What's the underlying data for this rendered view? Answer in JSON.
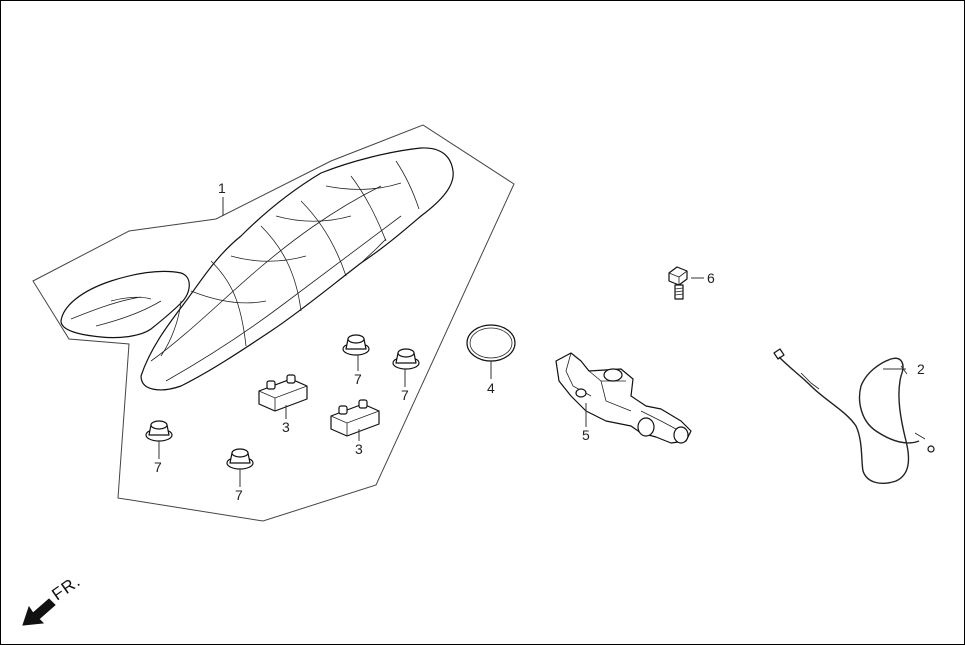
{
  "direction_label": "FR.",
  "callouts": [
    {
      "id": "c1",
      "number": "1"
    },
    {
      "id": "c2",
      "number": "2"
    },
    {
      "id": "c3a",
      "number": "3"
    },
    {
      "id": "c3b",
      "number": "3"
    },
    {
      "id": "c4",
      "number": "4"
    },
    {
      "id": "c5",
      "number": "5"
    },
    {
      "id": "c6",
      "number": "6"
    },
    {
      "id": "c7a",
      "number": "7"
    },
    {
      "id": "c7b",
      "number": "7"
    },
    {
      "id": "c7c",
      "number": "7"
    },
    {
      "id": "c7d",
      "number": "7"
    }
  ]
}
